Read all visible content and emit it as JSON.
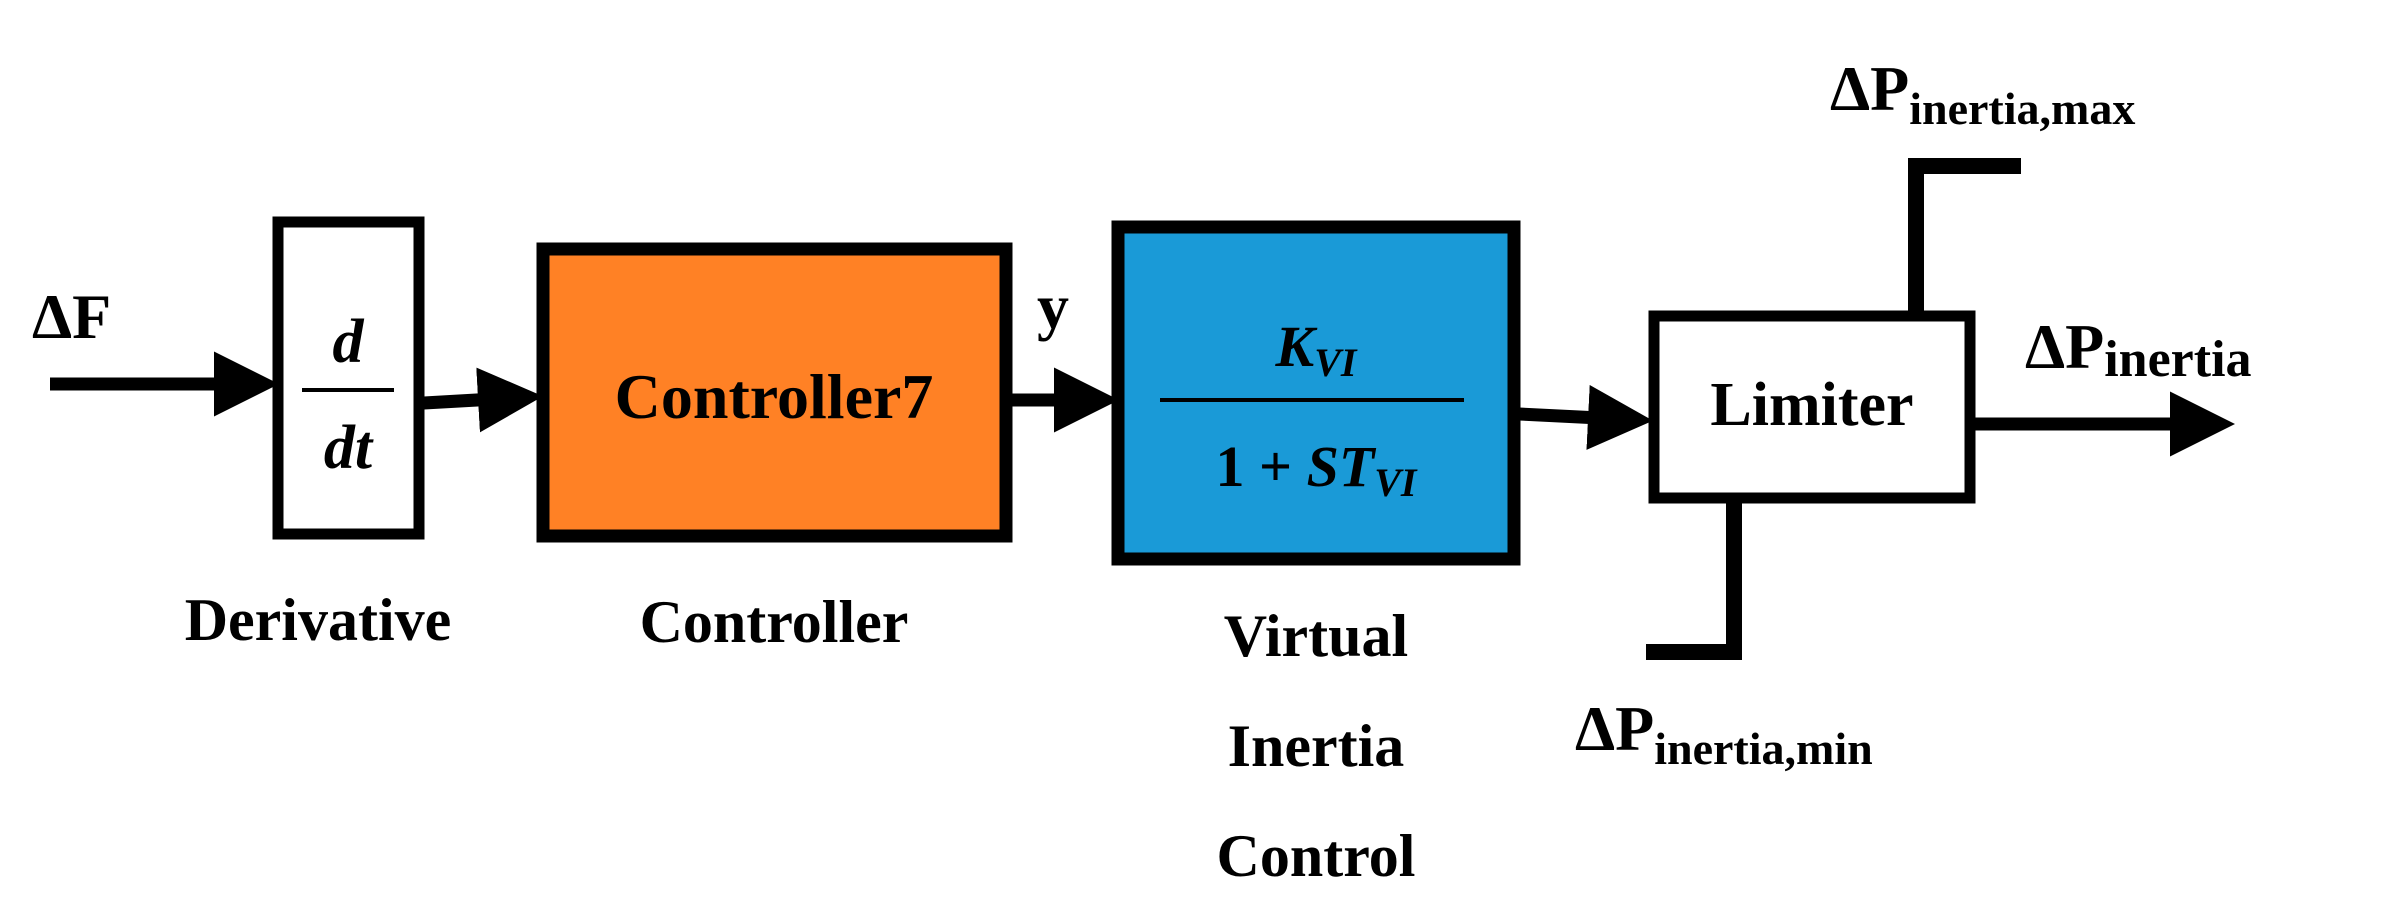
{
  "signals": {
    "input": {
      "symbol": "ΔF"
    },
    "y": {
      "label": "y"
    },
    "output": {
      "main": "ΔP",
      "sub": "inertia"
    },
    "max_limit": {
      "main": "ΔP",
      "sub": "inertia,max"
    },
    "min_limit": {
      "main": "ΔP",
      "sub": "inertia,min"
    }
  },
  "blocks": {
    "derivative": {
      "numerator": "d",
      "denominator": "dt",
      "caption": "Derivative"
    },
    "controller": {
      "inner_label": "Controller7",
      "caption": "Controller",
      "fill_color": "#FF8125"
    },
    "virtual_inertia": {
      "numerator_main": "K",
      "numerator_sub": "VI",
      "denominator_prefix": "1 + ",
      "denominator_main": "ST",
      "denominator_sub": "VI",
      "caption_lines": [
        "Virtual",
        "Inertia",
        "Control"
      ],
      "fill_color": "#1A9AD7"
    },
    "limiter": {
      "inner_label": "Limiter"
    }
  },
  "colors": {
    "stroke": "#000000",
    "background": "#FFFFFF"
  }
}
